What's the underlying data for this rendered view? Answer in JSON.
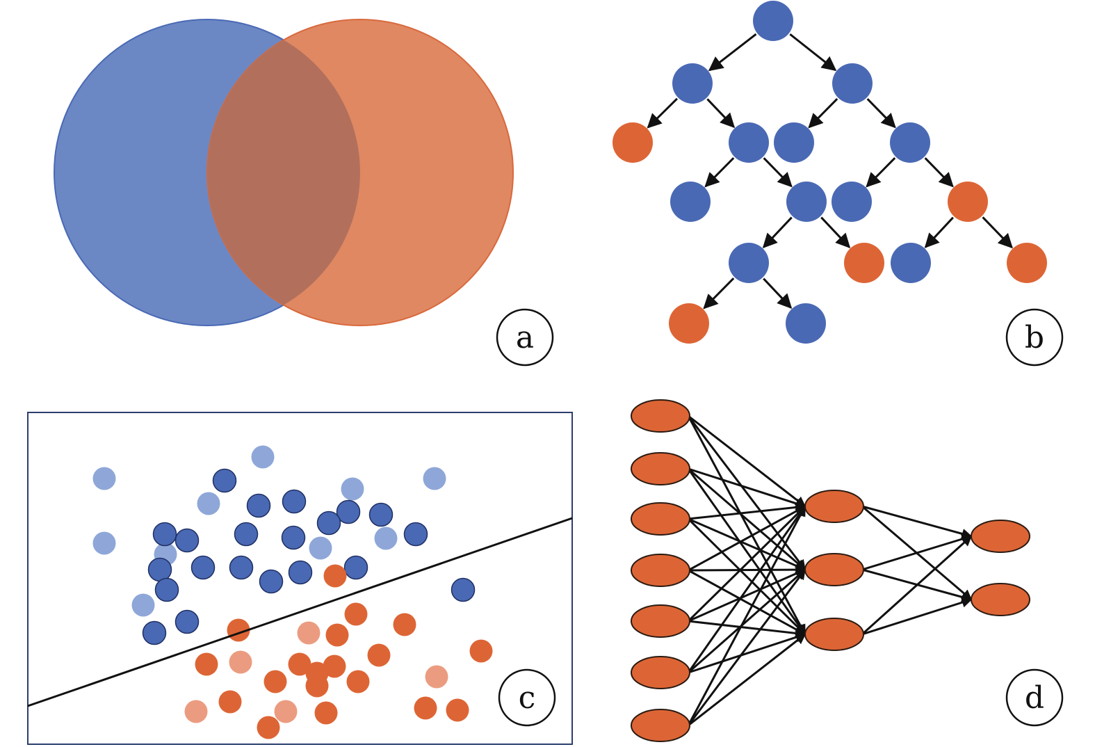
{
  "colors": {
    "blue": "#4a69b4",
    "blue_light": "#8ea7d8",
    "orange": "#dd6535",
    "orange_light": "#eb9c80",
    "venn_blue": "#6b88c5",
    "venn_orange": "#e08862",
    "venn_overlap": "#b2705c",
    "ink": "#111111"
  },
  "panels": {
    "a": {
      "label": "a",
      "kind": "venn-diagram",
      "sets": [
        "blue-set",
        "orange-set"
      ]
    },
    "b": {
      "label": "b",
      "kind": "decision-tree"
    },
    "c": {
      "label": "c",
      "kind": "linear-classifier-scatter"
    },
    "d": {
      "label": "d",
      "kind": "neural-network",
      "layers": [
        7,
        3,
        2
      ]
    }
  }
}
